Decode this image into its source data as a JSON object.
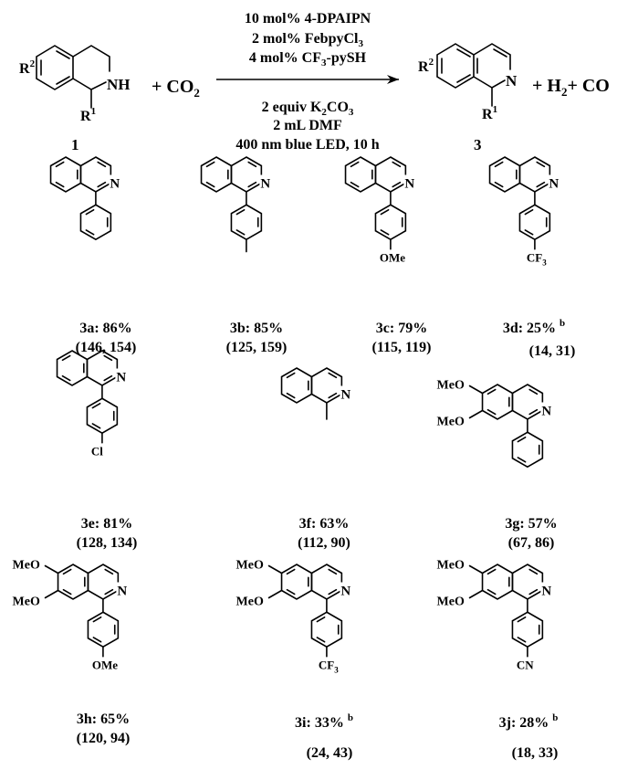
{
  "scheme": {
    "reactant_label": "1",
    "plus_co2": "+ CO",
    "co2_sub": "2",
    "conditions_above": [
      "10 mol% 4-DPAIPN",
      "2 mol% FebpyCl",
      "4 mol% CF",
      "-pySH"
    ],
    "cond_sub_3": "3",
    "conditions_below": [
      "2 equiv K",
      "CO",
      "2 mL DMF",
      "400 nm blue LED, 10 h"
    ],
    "k_sub": "2",
    "co3_sub": "3",
    "product_label": "3",
    "byproducts": "+ H",
    "h2_sub": "2",
    "plus_co": "+ CO",
    "r1": "R",
    "r1_sup": "1",
    "r2": "R",
    "r2_sup": "2",
    "nh": "NH",
    "n": "N"
  },
  "compounds": [
    {
      "id": "3a",
      "label": "3a: 86%",
      "footnote": "",
      "pair": "(146, 154)",
      "substituent": ""
    },
    {
      "id": "3b",
      "label": "3b: 85%",
      "footnote": "",
      "pair": "(125, 159)",
      "substituent": ""
    },
    {
      "id": "3c",
      "label": "3c: 79%",
      "footnote": "",
      "pair": "(115, 119)",
      "substituent": "OMe"
    },
    {
      "id": "3d",
      "label": "3d: 25%",
      "footnote": "b",
      "pair": "(14, 31)",
      "substituent": "CF3"
    },
    {
      "id": "3e",
      "label": "3e: 81%",
      "footnote": "",
      "pair": "(128, 134)",
      "substituent": "Cl"
    },
    {
      "id": "3f",
      "label": "3f: 63%",
      "footnote": "",
      "pair": "(112, 90)",
      "substituent": ""
    },
    {
      "id": "3g",
      "label": "3g: 57%",
      "footnote": "",
      "pair": "(67, 86)",
      "substituent": ""
    },
    {
      "id": "3h",
      "label": "3h: 65%",
      "footnote": "",
      "pair": "(120, 94)",
      "substituent": "OMe"
    },
    {
      "id": "3i",
      "label": "3i: 33%",
      "footnote": "b",
      "pair": "(24, 43)",
      "substituent": "CF3"
    },
    {
      "id": "3j",
      "label": "3j: 28%",
      "footnote": "b",
      "pair": "(18, 33)",
      "substituent": "CN"
    }
  ],
  "atoms": {
    "meo": "MeO",
    "n": "N",
    "cf": "CF",
    "three": "3"
  }
}
